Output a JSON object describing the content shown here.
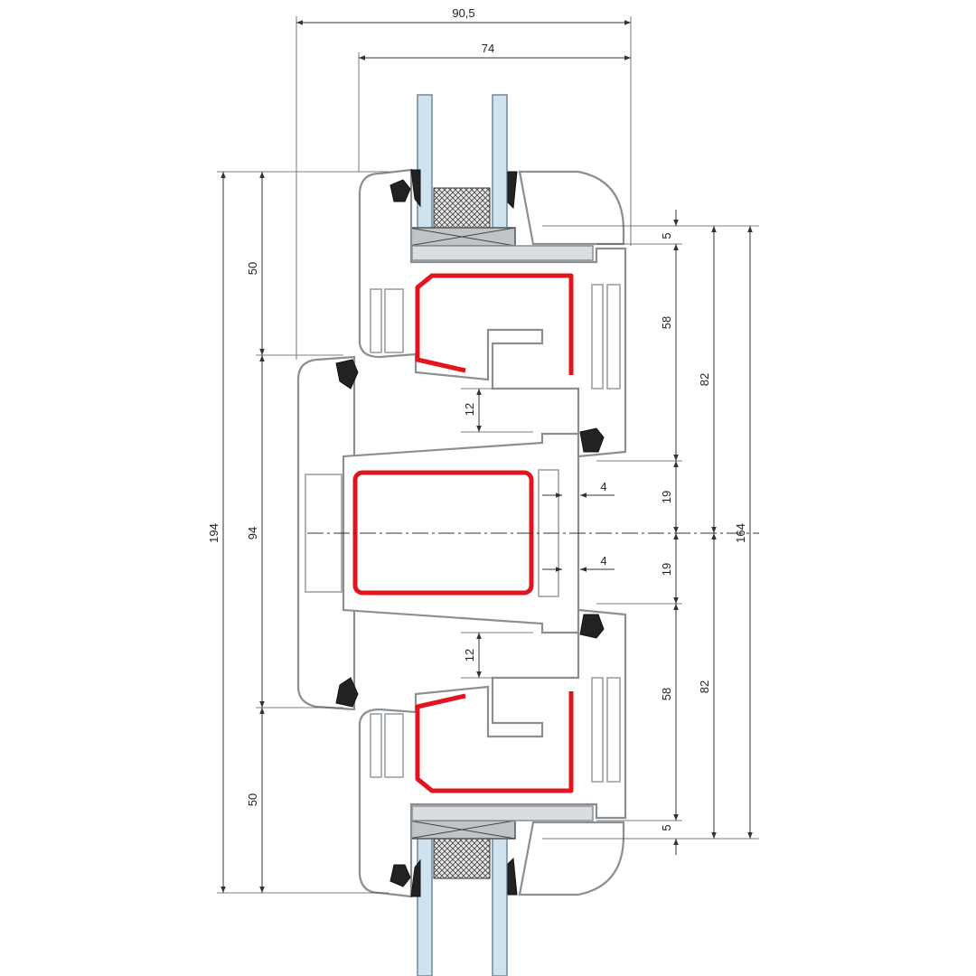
{
  "dimensions": {
    "overall_width": "90,5",
    "sash_width": "74",
    "top_gap": "5",
    "sash_top_height": "58",
    "sash_top_half": "82",
    "sash_total": "164",
    "rebate_top": "12",
    "mullion_upper": "19",
    "overlap_upper": "4",
    "mullion_lower": "19",
    "overlap_lower": "4",
    "rebate_bottom": "12",
    "sash_bottom_height": "58",
    "sash_bottom_half": "82",
    "bottom_gap": "5",
    "overall_height": "194",
    "frame_top": "50",
    "mullion_height": "94",
    "frame_bottom": "50"
  },
  "colors": {
    "reinforcement": "#e3141b",
    "glass": "#cfe3ee",
    "profile": "#8a8f94"
  }
}
